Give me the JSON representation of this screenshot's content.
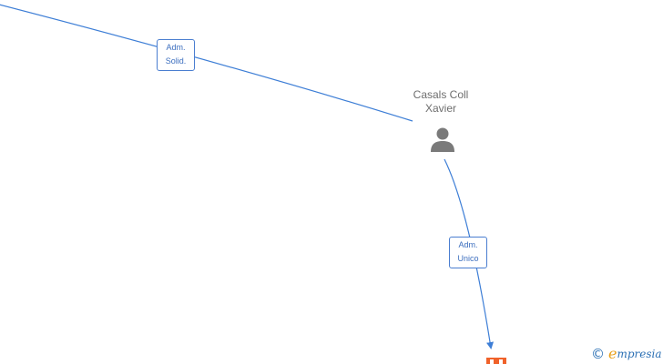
{
  "person": {
    "name_line1": "Casals Coll",
    "name_line2": "Xavier",
    "icon": "person-icon"
  },
  "edges": [
    {
      "label_line1": "Adm.",
      "label_line2": "Solid."
    },
    {
      "label_line1": "Adm.",
      "label_line2": "Unico"
    }
  ],
  "company": {
    "icon": "building-icon",
    "color": "#f0622a"
  },
  "brand": {
    "copyright": "©",
    "initial": "e",
    "rest": "mpresia",
    "accent_color": "#e8a01a",
    "text_color": "#2a6fb4"
  },
  "colors": {
    "edge": "#3d7ed6",
    "person": "#7a7a7a"
  }
}
